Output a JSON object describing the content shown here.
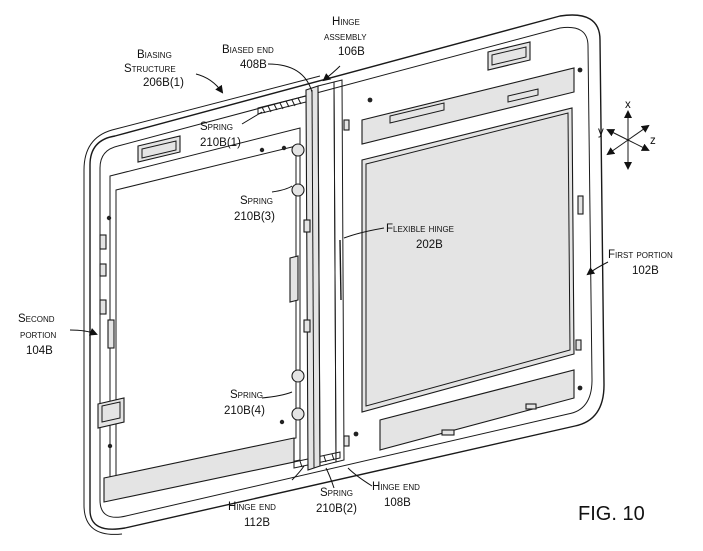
{
  "figure": {
    "caption": "FIG. 10"
  },
  "labels": {
    "biasing_structure": {
      "line1": "Biasing",
      "line2": "Structure",
      "line3": "206B(1)"
    },
    "biased_end": {
      "line1": "Biased end",
      "line2": "408B"
    },
    "hinge_assembly": {
      "line1": "Hinge",
      "line2": "assembly",
      "line3": "106B"
    },
    "spring_1": {
      "line1": "Spring",
      "line2": "210B(1)"
    },
    "spring_3": {
      "line1": "Spring",
      "line2": "210B(3)"
    },
    "flexible_hinge": {
      "line1": "Flexible hinge",
      "line2": "202B"
    },
    "first_portion": {
      "line1": "First portion",
      "line2": "102B"
    },
    "second_portion": {
      "line1": "Second",
      "line2": "portion",
      "line3": "104B"
    },
    "spring_4": {
      "line1": "Spring",
      "line2": "210B(4)"
    },
    "hinge_end_112": {
      "line1": "Hinge end",
      "line2": "112B"
    },
    "spring_2": {
      "line1": "Spring",
      "line2": "210B(2)"
    },
    "hinge_end_108": {
      "line1": "Hinge end",
      "line2": "108B"
    }
  },
  "axes": {
    "x": "x",
    "y": "y",
    "z": "z"
  }
}
